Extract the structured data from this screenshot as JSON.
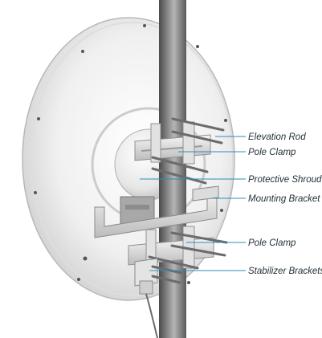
{
  "callouts": [
    {
      "id": "elevation-rod",
      "label": "Elevation Rod"
    },
    {
      "id": "pole-clamp-upper",
      "label": "Pole Clamp"
    },
    {
      "id": "protective-shroud",
      "label": "Protective Shroud"
    },
    {
      "id": "mounting-bracket",
      "label": "Mounting Bracket"
    },
    {
      "id": "pole-clamp-lower",
      "label": "Pole Clamp"
    },
    {
      "id": "stabilizer-brackets",
      "label": "Stabilizer Brackets"
    }
  ],
  "colors": {
    "leader_line": "#2a8fb8",
    "label_text": "#1f2d33",
    "dish_light": "#f2f2f2",
    "dish_shadow": "#cfcfcf",
    "pole_dark": "#5c5c5c",
    "pole_light": "#a9a9a9",
    "metal": "#d8d8d8"
  }
}
